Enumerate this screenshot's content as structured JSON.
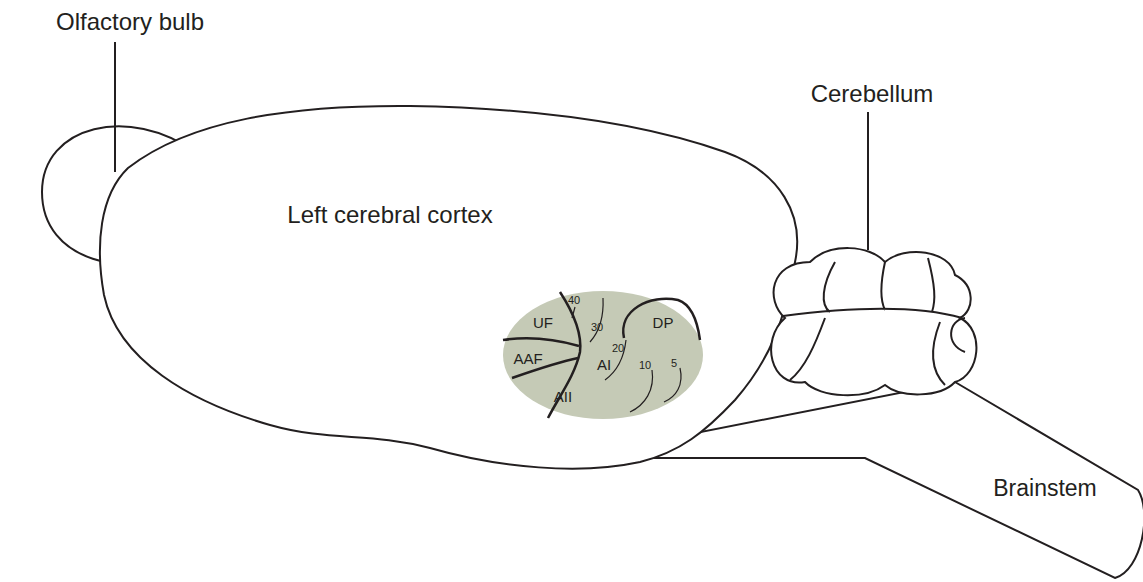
{
  "diagram": {
    "labels": [
      "Olfactory bulb",
      "Left cerebral cortex",
      "Cerebellum",
      "Brainstem",
      "UF",
      "AAF",
      "AI",
      "AII",
      "DP",
      "40",
      "30",
      "20",
      "10",
      "5"
    ]
  }
}
